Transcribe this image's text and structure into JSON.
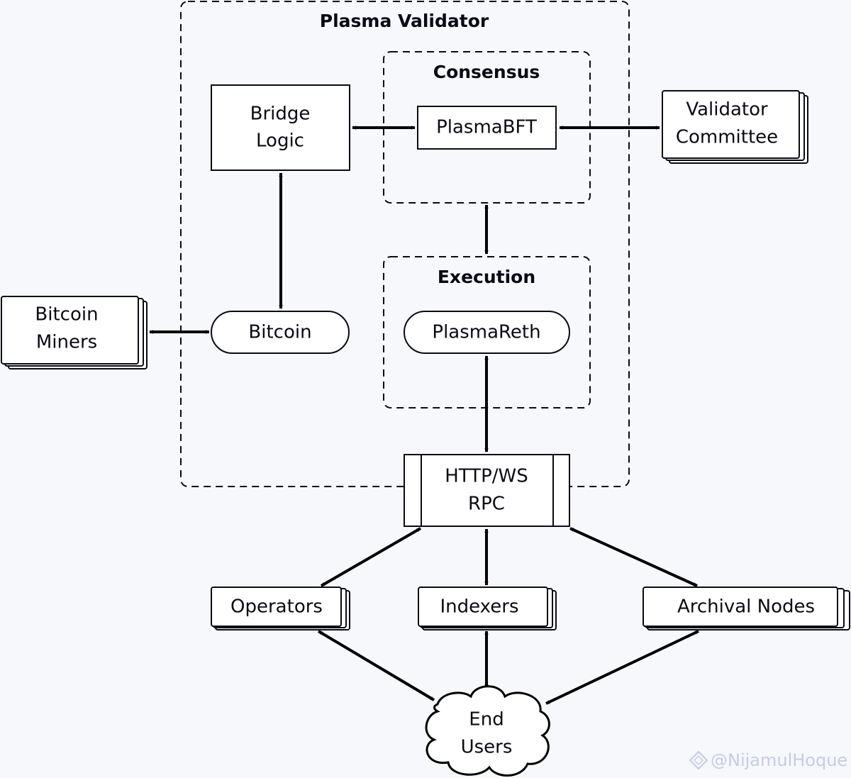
{
  "diagram": {
    "groups": {
      "plasma_validator": "Plasma Validator",
      "consensus": "Consensus",
      "execution": "Execution"
    },
    "nodes": {
      "bridge_logic": [
        "Bridge",
        "Logic"
      ],
      "plasma_bft": "PlasmaBFT",
      "validator_committee": [
        "Validator",
        "Committee"
      ],
      "bitcoin": "Bitcoin",
      "bitcoin_miners": [
        "Bitcoin",
        "Miners"
      ],
      "plasma_reth": "PlasmaReth",
      "rpc": [
        "HTTP/WS",
        "RPC"
      ],
      "operators": "Operators",
      "indexers": "Indexers",
      "archival_nodes": "Archival Nodes",
      "end_users": [
        "End",
        "Users"
      ]
    },
    "edges": [
      {
        "from": "Bridge Logic",
        "to": "PlasmaBFT",
        "bidirectional": true
      },
      {
        "from": "PlasmaBFT",
        "to": "Validator Committee",
        "bidirectional": true
      },
      {
        "from": "Bridge Logic",
        "to": "Bitcoin",
        "bidirectional": true
      },
      {
        "from": "Bitcoin Miners",
        "to": "Bitcoin",
        "bidirectional": true
      },
      {
        "from": "Consensus",
        "to": "Execution",
        "bidirectional": true
      },
      {
        "from": "PlasmaReth",
        "to": "HTTP/WS RPC",
        "bidirectional": true
      },
      {
        "from": "HTTP/WS RPC",
        "to": "Operators",
        "bidirectional": true
      },
      {
        "from": "HTTP/WS RPC",
        "to": "Indexers",
        "bidirectional": true
      },
      {
        "from": "HTTP/WS RPC",
        "to": "Archival Nodes",
        "bidirectional": true
      },
      {
        "from": "Operators",
        "to": "End Users",
        "bidirectional": true
      },
      {
        "from": "Indexers",
        "to": "End Users",
        "bidirectional": true
      },
      {
        "from": "Archival Nodes",
        "to": "End Users",
        "bidirectional": true
      }
    ]
  },
  "watermark": {
    "text": "@NijamulHoque",
    "icon": "diamond-logo-icon"
  }
}
